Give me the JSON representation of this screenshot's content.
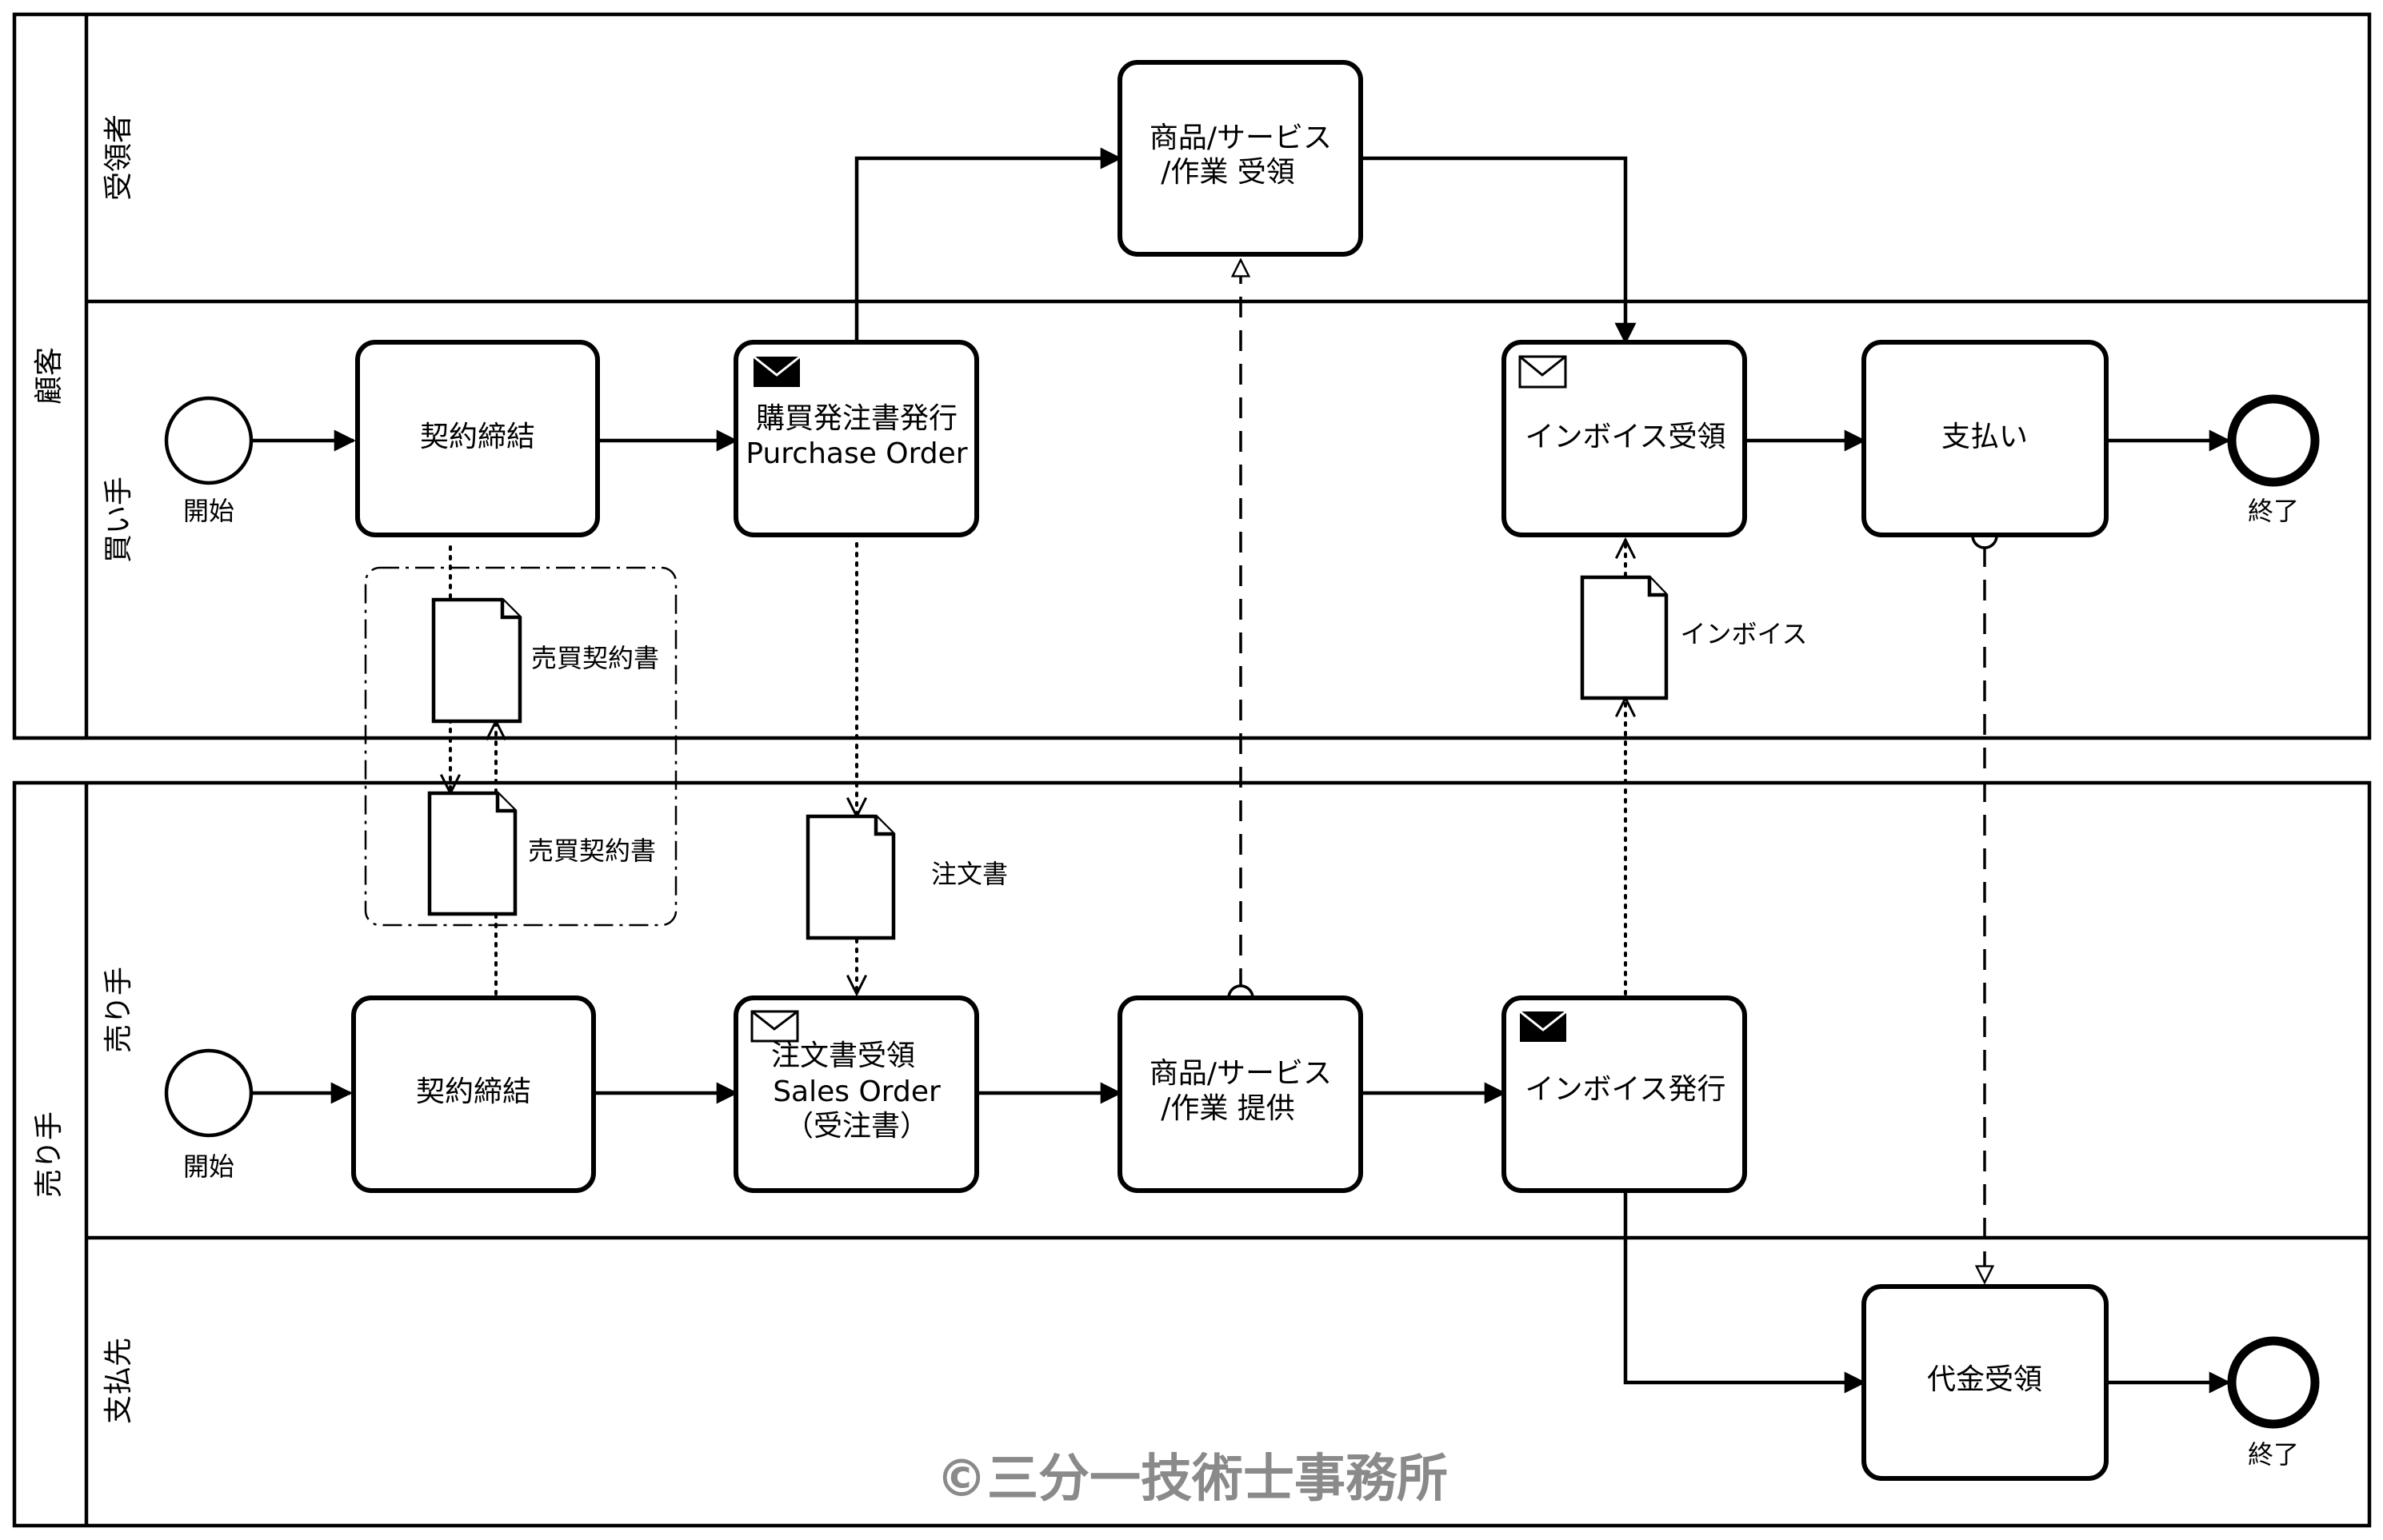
{
  "pools": {
    "customer": {
      "label": "顧客"
    },
    "seller": {
      "label": "売り手"
    }
  },
  "lanes": {
    "receiver": {
      "label": "受領者"
    },
    "buyer": {
      "label": "買い手"
    },
    "sell": {
      "label": "売り手"
    },
    "payee": {
      "label": "支払先"
    }
  },
  "tasks": {
    "buyer_contract": {
      "lines": [
        "契約締結"
      ]
    },
    "purchase_order": {
      "lines": [
        "購買発注書発行",
        "Purchase Order"
      ]
    },
    "receive_goods": {
      "lines": [
        "商品/サービス",
        "/作業 受領"
      ]
    },
    "invoice_receive": {
      "lines": [
        "インボイス受領"
      ]
    },
    "payment": {
      "lines": [
        "支払い"
      ]
    },
    "seller_contract": {
      "lines": [
        "契約締結"
      ]
    },
    "sales_order": {
      "lines": [
        "注文書受領",
        "Sales Order",
        "（受注書）"
      ]
    },
    "provide_goods": {
      "lines": [
        "商品/サービス",
        "/作業 提供"
      ]
    },
    "invoice_issue": {
      "lines": [
        "インボイス発行"
      ]
    },
    "payment_receive": {
      "lines": [
        "代金受領"
      ]
    }
  },
  "events": {
    "buyer_start": {
      "label": "開始"
    },
    "buyer_end": {
      "label": "終了"
    },
    "seller_start": {
      "label": "開始"
    },
    "payee_end": {
      "label": "終了"
    }
  },
  "documents": {
    "contract_buyer": {
      "label": "売買契約書"
    },
    "contract_seller": {
      "label": "売買契約書"
    },
    "order_doc": {
      "label": "注文書"
    },
    "invoice_doc": {
      "label": "インボイス"
    }
  },
  "watermark": "©三分一技術士事務所",
  "colors": {
    "stroke": "#000000",
    "watermark": "#8a8a8a"
  }
}
